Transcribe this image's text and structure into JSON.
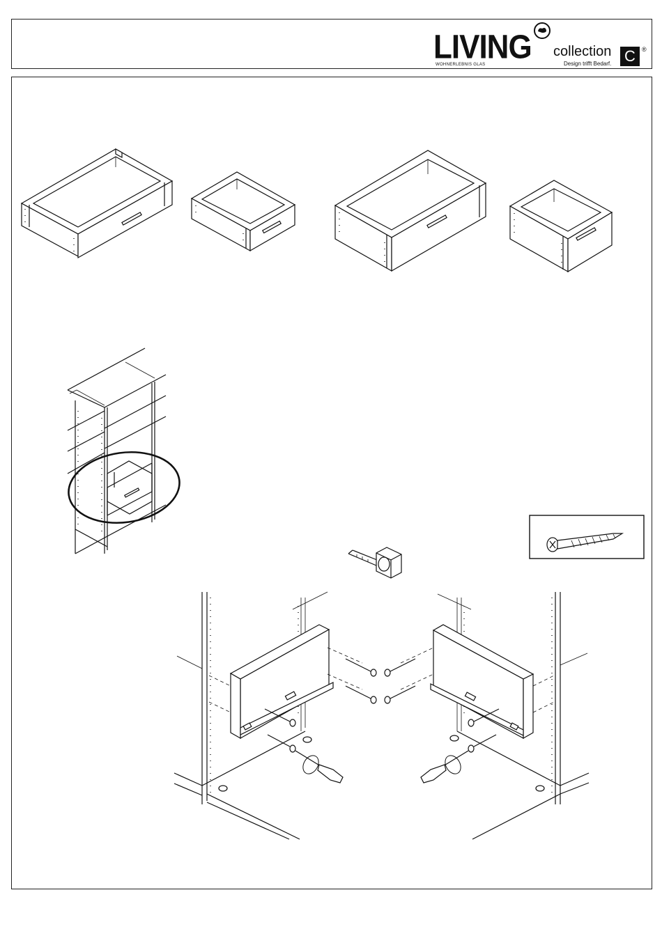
{
  "logo": {
    "brand": "LIVING",
    "tagline": "WOHNERLEBNIS GLAS",
    "collection": "collection",
    "slogan": "Design trifft Bedarf.",
    "box_letter": "C",
    "registered": "®"
  },
  "parts": {
    "drawer_variants": 4,
    "hardware": "screw",
    "tools": [
      "tape-measure",
      "screwdriver"
    ]
  }
}
